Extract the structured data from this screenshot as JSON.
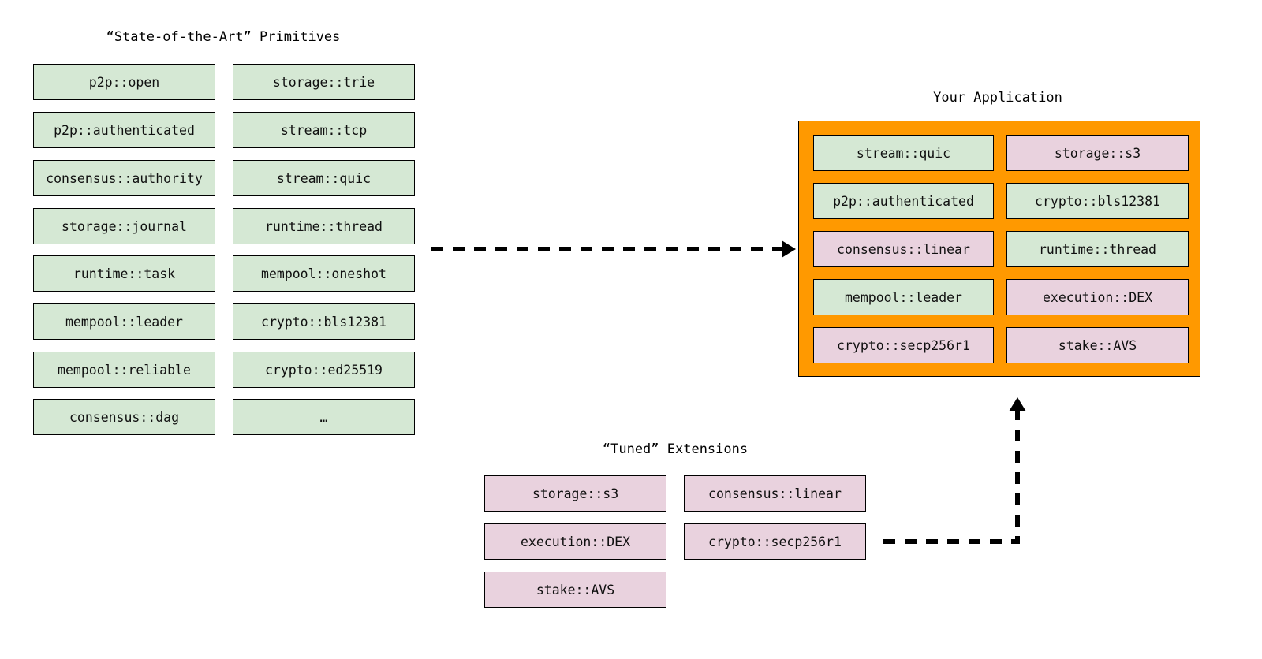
{
  "diagram": {
    "title_primitives": "“State-of-the-Art” Primitives",
    "title_extensions": "“Tuned” Extensions",
    "title_application": "Your Application",
    "colors": {
      "primitive_fill": "#d5e8d4",
      "extension_fill": "#e9d2de",
      "application_fill": "#ff9900",
      "stroke": "#000000",
      "background": "#ffffff"
    },
    "primitives": {
      "left_column": [
        "p2p::open",
        "p2p::authenticated",
        "consensus::authority",
        "storage::journal",
        "runtime::task",
        "mempool::leader",
        "mempool::reliable",
        "consensus::dag"
      ],
      "right_column": [
        "storage::trie",
        "stream::tcp",
        "stream::quic",
        "runtime::thread",
        "mempool::oneshot",
        "crypto::bls12381",
        "crypto::ed25519",
        "…"
      ]
    },
    "extensions": {
      "left_column": [
        "storage::s3",
        "execution::DEX",
        "stake::AVS"
      ],
      "right_column": [
        "consensus::linear",
        "crypto::secp256r1"
      ]
    },
    "application": {
      "left_column": [
        {
          "label": "stream::quic",
          "kind": "primitive"
        },
        {
          "label": "p2p::authenticated",
          "kind": "primitive"
        },
        {
          "label": "consensus::linear",
          "kind": "extension"
        },
        {
          "label": "mempool::leader",
          "kind": "primitive"
        },
        {
          "label": "crypto::secp256r1",
          "kind": "extension"
        }
      ],
      "right_column": [
        {
          "label": "storage::s3",
          "kind": "extension"
        },
        {
          "label": "crypto::bls12381",
          "kind": "primitive"
        },
        {
          "label": "runtime::thread",
          "kind": "primitive"
        },
        {
          "label": "execution::DEX",
          "kind": "extension"
        },
        {
          "label": "stake::AVS",
          "kind": "extension"
        }
      ]
    },
    "connectors": [
      {
        "name": "primitives-to-application",
        "style": "dashed-arrow-right"
      },
      {
        "name": "extensions-to-application",
        "style": "dashed-elbow-arrow-up"
      }
    ]
  }
}
